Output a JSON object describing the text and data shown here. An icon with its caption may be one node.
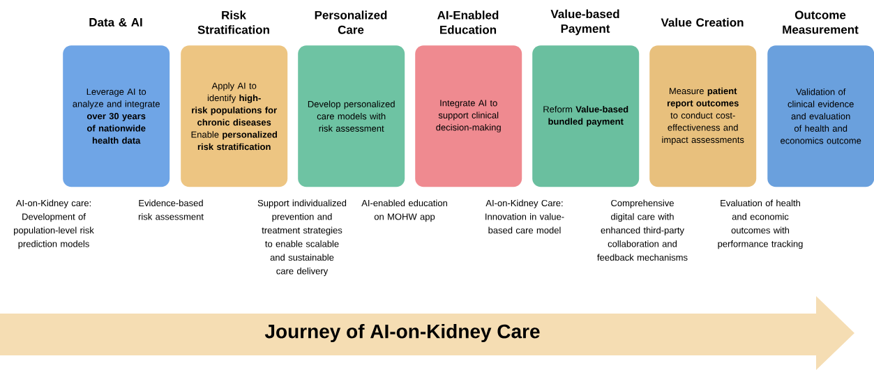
{
  "diagram": {
    "nodes": [
      {
        "text": [
          "Data & AI",
          "Leverage AI to analyze and integrate **over 30 years of nationwide health data**"
        ],
        "beside": [
          "AI-on-Kidney care: Development of population-level risk prediction models"
        ]
      },
      {
        "text": [
          "Risk Stratification",
          "Apply AI to identify **high-risk populations for chronic diseases** Enable **personalized risk stratification**"
        ],
        "beside": [
          "Evidence-based risk assessment"
        ]
      },
      {
        "text": [
          "Personalized Care",
          "Develop personalized care models with risk assessment"
        ],
        "beside": [
          "Support individualized prevention and treatment strategies to enable scalable and sustainable care delivery"
        ]
      },
      {
        "text": [
          "AI-Enabled Education",
          "Integrate AI to support clinical decision-making"
        ],
        "beside": [
          "AI-enabled education on MOHW app"
        ]
      },
      {
        "text": [
          "Value-based Payment",
          "Reform **Value-based bundled payment**"
        ],
        "beside": [
          "AI-on-Kidney Care: Innovation in value-based care model"
        ]
      },
      {
        "text": [
          "Value Creation",
          "Measure **patient report outcomes** to conduct cost-effectiveness and impact assessments"
        ],
        "beside": [
          "Comprehensive digital care with enhanced third-party collaboration and feedback mechanisms"
        ]
      },
      {
        "text": [
          "Outcome Measurement",
          "Validation of clinical evidence and evaluation of health and economics outcome"
        ],
        "beside": [
          "Evaluation of health and economic outcomes with performance tracking"
        ]
      },
      {
        "text": [
          "Journey of AI-on-Kidney Care"
        ]
      }
    ]
  }
}
